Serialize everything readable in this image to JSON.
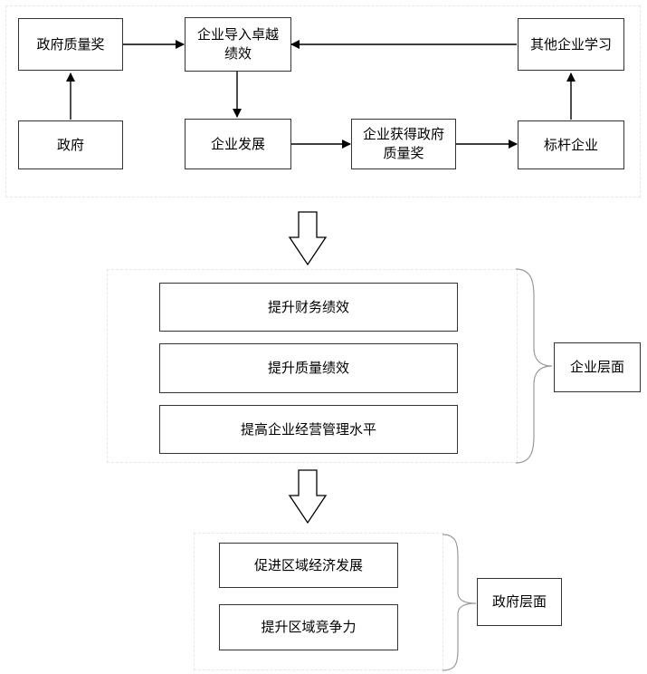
{
  "top_flow": {
    "gov_award": "政府质量奖",
    "introduce_excellence": [
      "企业导入卓越",
      "绩效"
    ],
    "other_learn": "其他企业学习",
    "government": "政府",
    "enterprise_dev": "企业发展",
    "win_award": [
      "企业获得政府",
      "质量奖"
    ],
    "benchmark": "标杆企业"
  },
  "enterprise_level": {
    "items": [
      "提升财务绩效",
      "提升质量绩效",
      "提高企业经营管理水平"
    ],
    "label": "企业层面"
  },
  "government_level": {
    "items": [
      "促进区域经济发展",
      "提升区域竞争力"
    ],
    "label": "政府层面"
  }
}
